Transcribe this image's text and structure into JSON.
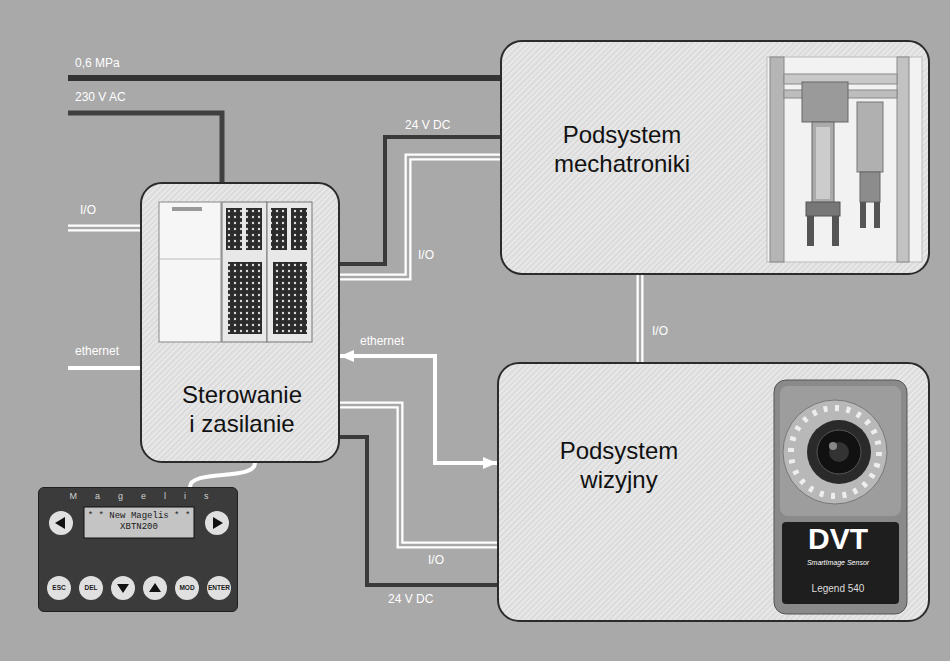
{
  "diagram": {
    "nodes": [
      {
        "text": [
          "Podsystem mechatroniki"
        ]
      },
      {
        "text": [
          "Sterowanie i zasilanie"
        ]
      },
      {
        "text": [
          "Podsystem wizyjny"
        ]
      },
      {
        "text": [
          "Magelis",
          "* * New Magelis * * XBTN200",
          "ESC",
          "DEL",
          "MOD",
          "ENTER"
        ]
      }
    ],
    "edges": [
      {
        "from": 1,
        "to": 0,
        "arrow": "none",
        "label": "24 V DC"
      },
      {
        "from": 1,
        "to": 0,
        "arrow": "none",
        "label": "I/O"
      },
      {
        "from": 0,
        "to": 2,
        "arrow": "none",
        "label": "I/O"
      },
      {
        "from": 1,
        "to": 2,
        "arrow": "both",
        "label": "ethernet"
      },
      {
        "from": 1,
        "to": 2,
        "arrow": "none",
        "label": "I/O"
      },
      {
        "from": 1,
        "to": 2,
        "arrow": "none",
        "label": "24 V DC"
      },
      {
        "from": 1,
        "to": 3,
        "arrow": "none"
      }
    ],
    "labels": [
      "0,6 MPa",
      "230 V AC",
      "I/O",
      "ethernet",
      "DVT",
      "SmartImage Sensor",
      "Legend 540"
    ]
  }
}
